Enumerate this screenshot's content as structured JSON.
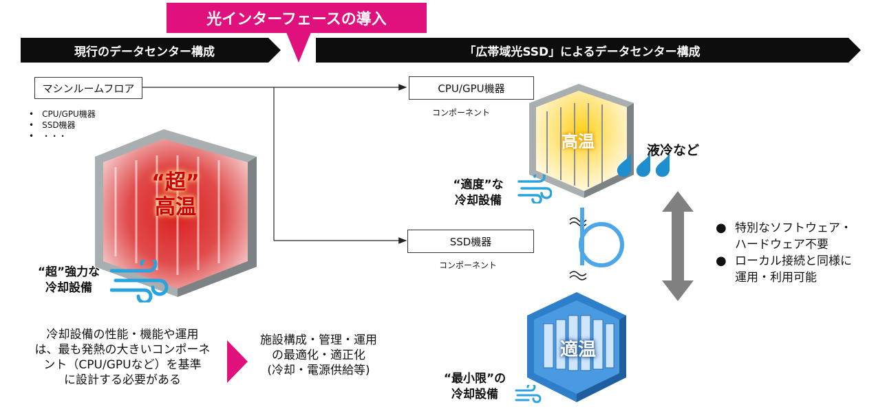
{
  "banner": {
    "title": "光インターフェースの導入"
  },
  "left": {
    "header": "現行のデータセンター構成",
    "floor_box": "マシンルームフロア",
    "equipment_bullets": [
      "CPU/GPU機器",
      "SSD機器",
      "・・・"
    ],
    "hot_mark": "“超”",
    "hot_label": "高温",
    "cooling_label_1": "“超”強力な",
    "cooling_label_2": "冷却設備",
    "note_lines": [
      "冷却設備の性能・機能や運用",
      "は、最も発熱の大きいコンポーネ",
      "ント（CPU/GPUなど）を基準",
      "に設計する必要がある"
    ]
  },
  "middle": {
    "result_lines": [
      "施設構成・管理・運用",
      "の最適化・適正化",
      "(冷却・電源供給等)"
    ]
  },
  "right": {
    "header": "「広帯域光SSD」によるデータセンター構成",
    "cpu_box": "CPU/GPU機器",
    "cpu_caption": "コンポーネント",
    "ssd_box": "SSD機器",
    "ssd_caption": "コンポーネント",
    "top_temp": "高温",
    "liquid_label": "液冷など",
    "moderate_line_1": "“適度”な",
    "moderate_line_2": "冷却設備",
    "bottom_temp": "適温",
    "minimal_line_1": "“最小限”の",
    "minimal_line_2": "冷却設備",
    "points": [
      "特別なソフトウェア・",
      "ハードウェア不要",
      "ローカル接続と同様に",
      "運用・利用可能"
    ]
  },
  "colors": {
    "accent": "#e0107c",
    "band": "#0d0d0d",
    "water": "#1e8ecf",
    "gray_arrow": "#808080",
    "optical": "#4da6e8"
  }
}
